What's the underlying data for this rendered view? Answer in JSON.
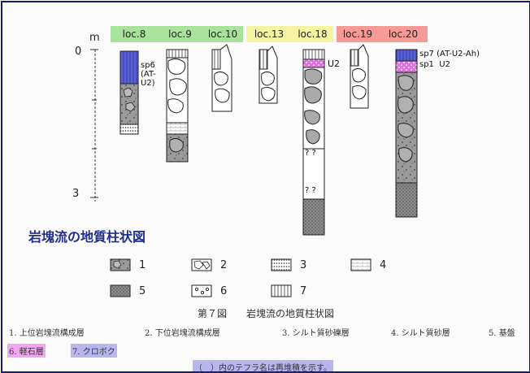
{
  "locations": [
    {
      "label": "loc.8",
      "color": "#a9e29b"
    },
    {
      "label": "loc.9",
      "color": "#a9e29b"
    },
    {
      "label": "loc.10",
      "color": "#a9e29b"
    },
    {
      "label": "loc.13",
      "color": "#f6f3a3"
    },
    {
      "label": "loc.18",
      "color": "#f6f3a3"
    },
    {
      "label": "loc.19",
      "color": "#f59a95"
    },
    {
      "label": "loc.20",
      "color": "#f59a95"
    }
  ],
  "scale": {
    "unit": "m",
    "zero": "0",
    "three": "3"
  },
  "column_labels": {
    "loc8_side": "sp6\n(AT-\nU2)",
    "loc18_side": "U2",
    "loc20_top": "sp7 (AT-U2-Ah)",
    "loc20_second": "sp1  U2",
    "question_marks_upper": "? ?",
    "question_marks_lower": "? ?"
  },
  "blue_title": "岩塊流の地質柱状図",
  "legend": [
    {
      "num": "1",
      "pattern": "upper-boulder"
    },
    {
      "num": "2",
      "pattern": "lower-boulder"
    },
    {
      "num": "3",
      "pattern": "silty-gravel"
    },
    {
      "num": "4",
      "pattern": "silty-sand"
    },
    {
      "num": "5",
      "pattern": "bedrock"
    },
    {
      "num": "6",
      "pattern": "pumice"
    },
    {
      "num": "7",
      "pattern": "kuroboku"
    }
  ],
  "caption": "第７図　　岩塊流の地質柱状図",
  "footnotes": {
    "f1": "1.  上位岩塊流構成層",
    "f2": "2.  下位岩塊流構成層",
    "f3": "3.  シルト質砂礫層",
    "f4": "4.  シルト質砂層",
    "f5": "5.  基盤",
    "f6": "6.  軽石層",
    "f7": "7.  クロボク",
    "note": "（　）内のテフラ名は再堆積を示す。"
  },
  "colors": {
    "border": "#1a1a6e",
    "blue_text": "#1f2f8f",
    "pink": "#f2a6f2",
    "lavender": "#b9b6ee",
    "kuroboku": "#5b62d6",
    "pumice": "#e070e0"
  }
}
